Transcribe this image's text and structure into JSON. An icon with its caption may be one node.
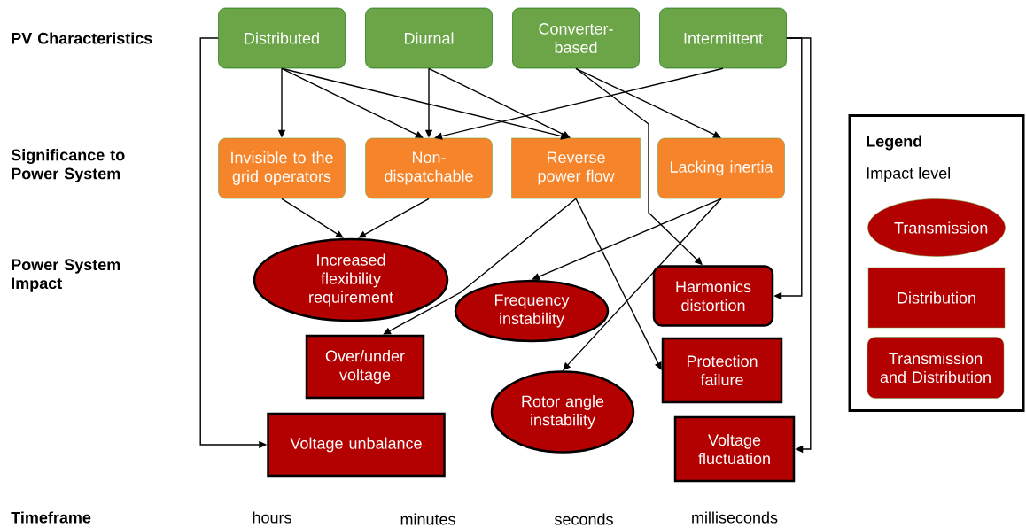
{
  "diagram": {
    "nodes": [
      {
        "text": [
          "Distributed"
        ]
      },
      {
        "text": [
          "Diurnal"
        ]
      },
      {
        "text": [
          "Converter-based"
        ]
      },
      {
        "text": [
          "Intermittent"
        ]
      },
      {
        "text": [
          "Invisible to the grid operators"
        ]
      },
      {
        "text": [
          "Non-dispatchable"
        ]
      },
      {
        "text": [
          "Reverse power flow"
        ]
      },
      {
        "text": [
          "Lacking inertia"
        ]
      },
      {
        "text": [
          "Increased flexibility requirement"
        ]
      },
      {
        "text": [
          "Harmonics distortion"
        ]
      },
      {
        "text": [
          "Frequency instability"
        ]
      },
      {
        "text": [
          "Over/under voltage"
        ]
      },
      {
        "text": [
          "Protection failure"
        ]
      },
      {
        "text": [
          "Rotor angle instability"
        ]
      },
      {
        "text": [
          "Voltage unbalance"
        ]
      },
      {
        "text": [
          "Voltage fluctuation"
        ]
      },
      {
        "text": [
          "Legend",
          "Impact level"
        ]
      },
      {
        "text": [
          "Transmission"
        ],
        "in": 16
      },
      {
        "text": [
          "Distribution"
        ],
        "in": 16
      },
      {
        "text": [
          "Transmission and Distribution"
        ],
        "in": 16
      }
    ],
    "edges": [
      {
        "from": 0,
        "to": 4,
        "arrow": "to"
      },
      {
        "from": 0,
        "to": 5,
        "arrow": "to"
      },
      {
        "from": 0,
        "to": 6,
        "arrow": "to"
      },
      {
        "from": 1,
        "to": 5,
        "arrow": "to"
      },
      {
        "from": 1,
        "to": 6,
        "arrow": "to"
      },
      {
        "from": 3,
        "to": 5,
        "arrow": "to"
      },
      {
        "from": 2,
        "to": 7,
        "arrow": "to"
      },
      {
        "from": 2,
        "to": 9,
        "arrow": "to"
      },
      {
        "from": 3,
        "to": 9,
        "arrow": "to"
      },
      {
        "from": 3,
        "to": 15,
        "arrow": "to"
      },
      {
        "from": 0,
        "to": 14,
        "arrow": "to"
      },
      {
        "from": 4,
        "to": 8,
        "arrow": "to"
      },
      {
        "from": 5,
        "to": 8,
        "arrow": "to"
      },
      {
        "from": 6,
        "to": 11,
        "arrow": "to"
      },
      {
        "from": 6,
        "to": 12,
        "arrow": "to"
      },
      {
        "from": 7,
        "to": 10,
        "arrow": "to"
      },
      {
        "from": 7,
        "to": 13,
        "arrow": "to"
      }
    ],
    "labels": [
      "PV Characteristics",
      "Significance to Power System",
      "Power System Impact",
      "Timeframe",
      "hours",
      "minutes",
      "seconds",
      "milliseconds"
    ]
  }
}
